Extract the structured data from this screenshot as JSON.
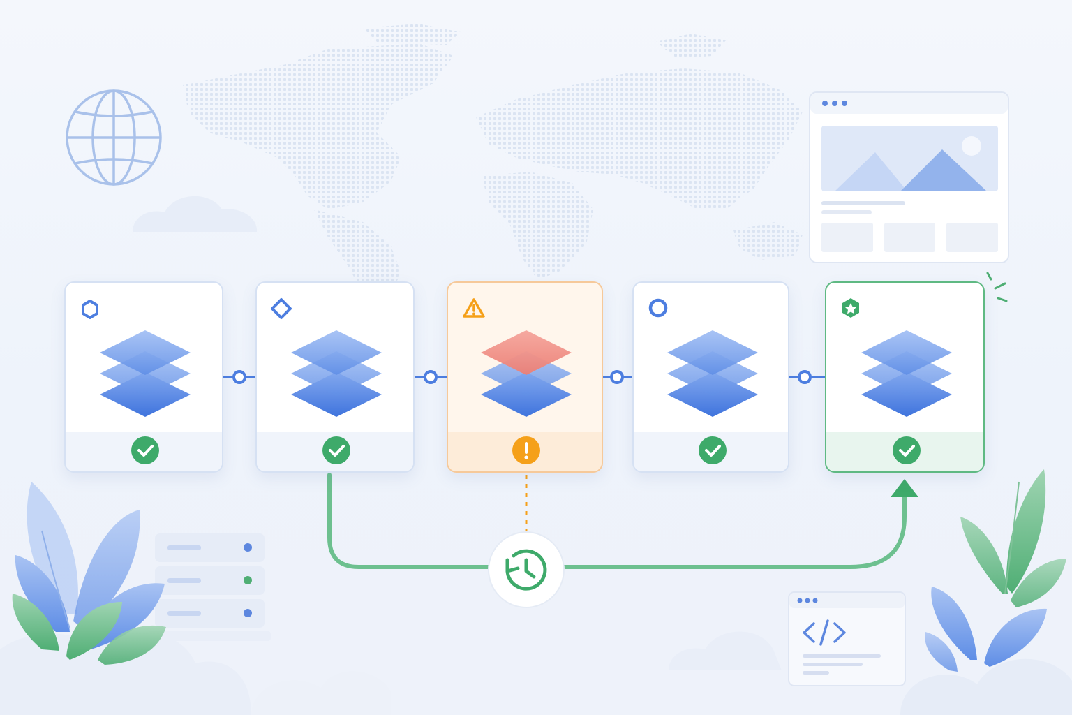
{
  "diagram": {
    "pipeline": {
      "stages": [
        {
          "id": "stage-1",
          "marker_icon": "hexagon-icon",
          "status": "success",
          "status_icon": "check-circle-icon"
        },
        {
          "id": "stage-2",
          "marker_icon": "diamond-icon",
          "status": "success",
          "status_icon": "check-circle-icon"
        },
        {
          "id": "stage-3",
          "marker_icon": "warning-triangle-icon",
          "status": "warning",
          "status_icon": "exclamation-circle-icon"
        },
        {
          "id": "stage-4",
          "marker_icon": "circle-icon",
          "status": "success",
          "status_icon": "check-circle-icon"
        },
        {
          "id": "stage-5",
          "marker_icon": "star-badge-icon",
          "status": "success",
          "status_icon": "check-circle-icon"
        }
      ],
      "stage_icon": "layers-stack-icon",
      "connector_icon": "link-node-icon"
    },
    "rollback": {
      "icon": "history-clock-icon",
      "from_stage": "stage-2",
      "to_stage": "stage-5"
    },
    "decorations": [
      "globe-icon",
      "world-map-dots",
      "cloud-icon",
      "browser-window-icon",
      "server-rack-icon",
      "code-window-icon",
      "plant-leaves-left",
      "plant-leaves-right"
    ],
    "colors": {
      "accent_blue": "#4d7ee0",
      "success_green": "#3eaa6a",
      "warning_orange": "#f5a019",
      "warning_layer": "#ef8f86",
      "card_border": "#d6e1f3"
    }
  }
}
